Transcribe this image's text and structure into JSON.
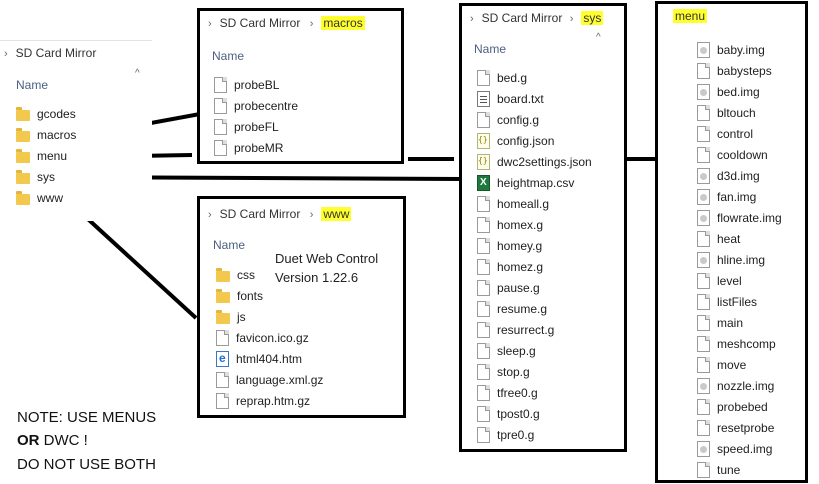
{
  "left_pane": {
    "breadcrumb": "SD Card Mirror",
    "column_header": "Name",
    "items": [
      "gcodes",
      "macros",
      "menu",
      "sys",
      "www"
    ]
  },
  "macros_pane": {
    "breadcrumb_root": "SD Card Mirror",
    "breadcrumb_folder": "macros",
    "column_header": "Name",
    "items": [
      "probeBL",
      "probecentre",
      "probeFL",
      "probeMR"
    ]
  },
  "www_pane": {
    "breadcrumb_root": "SD Card Mirror",
    "breadcrumb_folder": "www",
    "column_header": "Name",
    "items": [
      "css",
      "fonts",
      "js",
      "favicon.ico.gz",
      "html404.htm",
      "language.xml.gz",
      "reprap.htm.gz"
    ],
    "annotation_line1": "Duet Web Control",
    "annotation_line2": "Version 1.22.6"
  },
  "sys_pane": {
    "breadcrumb_root": "SD Card Mirror",
    "breadcrumb_folder": "sys",
    "column_header": "Name",
    "items": [
      "bed.g",
      "board.txt",
      "config.g",
      "config.json",
      "dwc2settings.json",
      "heightmap.csv",
      "homeall.g",
      "homex.g",
      "homey.g",
      "homez.g",
      "pause.g",
      "resume.g",
      "resurrect.g",
      "sleep.g",
      "stop.g",
      "tfree0.g",
      "tpost0.g",
      "tpre0.g"
    ]
  },
  "menu_pane": {
    "title": "menu",
    "items": [
      "baby.img",
      "babysteps",
      "bed.img",
      "bltouch",
      "control",
      "cooldown",
      "d3d.img",
      "fan.img",
      "flowrate.img",
      "heat",
      "hline.img",
      "level",
      "listFiles",
      "main",
      "meshcomp",
      "move",
      "nozzle.img",
      "probebed",
      "resetprobe",
      "speed.img",
      "tune"
    ]
  },
  "note": {
    "line1": "NOTE: USE MENUS",
    "line2_bold": "OR",
    "line2_rest": " DWC !",
    "line3": "DO NOT USE BOTH"
  },
  "colors": {
    "highlight": "#ffff2e",
    "folder": "#f2c94c",
    "frame": "#000000"
  }
}
